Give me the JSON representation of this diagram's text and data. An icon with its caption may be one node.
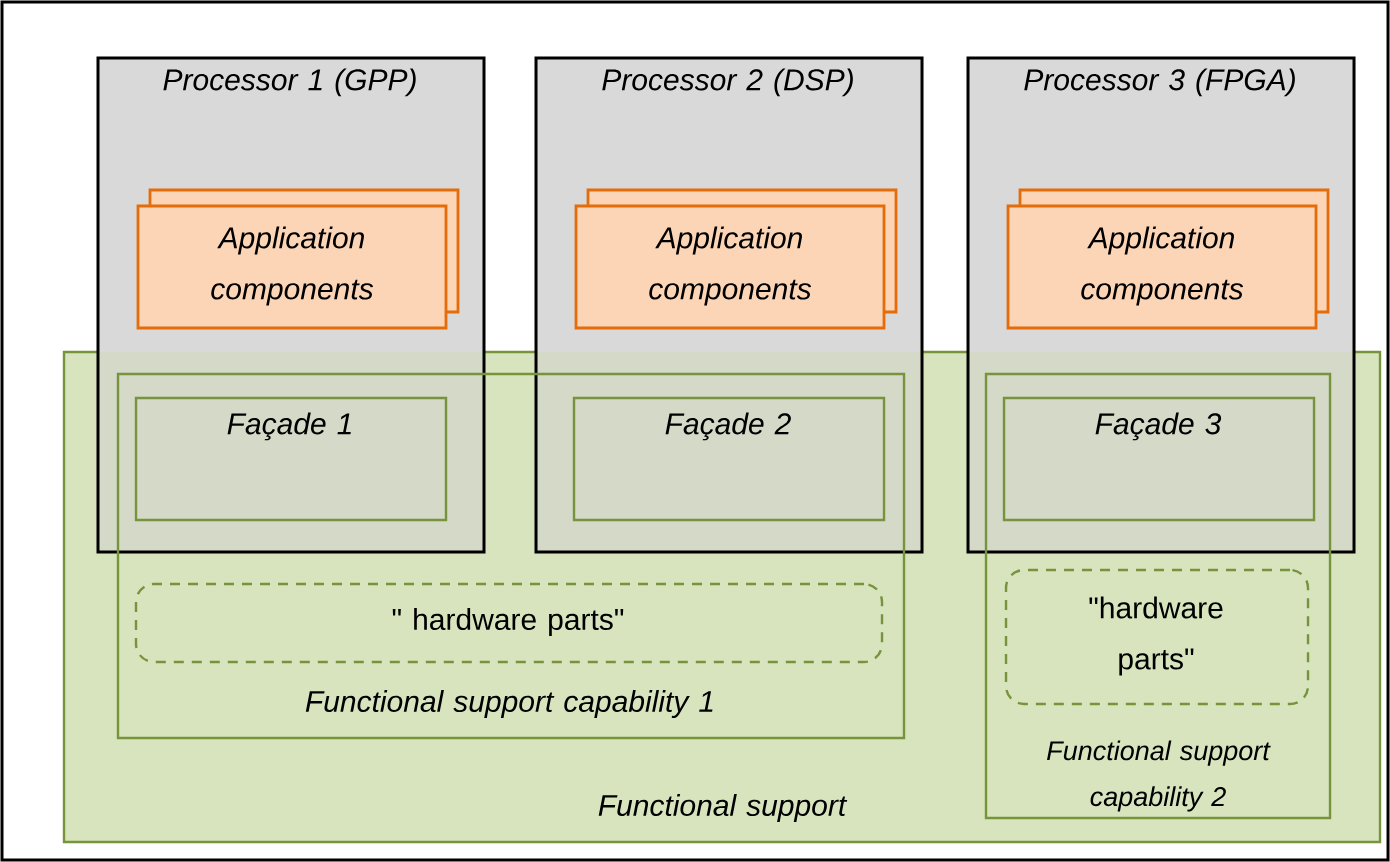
{
  "diagram": {
    "nodes": [
      {
        "text": [
          "Processor 1 (GPP)"
        ]
      },
      {
        "text": [
          "Application components"
        ],
        "in": 0
      },
      {
        "text": [
          "Processor 2 (DSP)"
        ]
      },
      {
        "text": [
          "Application components"
        ],
        "in": 2
      },
      {
        "text": [
          "Processor 3 (FPGA)"
        ]
      },
      {
        "text": [
          "Application components"
        ],
        "in": 4
      },
      {
        "text": [
          "Functional support"
        ]
      },
      {
        "text": [
          "Functional support capability 1"
        ],
        "in": 6
      },
      {
        "text": [
          "Façade 1"
        ]
      },
      {
        "text": [
          "Façade 2"
        ]
      },
      {
        "text": [
          "\" hardware parts\""
        ],
        "in": 7
      },
      {
        "text": [
          "Functional support capability 2"
        ],
        "in": 6
      },
      {
        "text": [
          "Façade 3"
        ]
      },
      {
        "text": [
          "\"hardware parts\""
        ],
        "in": 11
      }
    ]
  }
}
